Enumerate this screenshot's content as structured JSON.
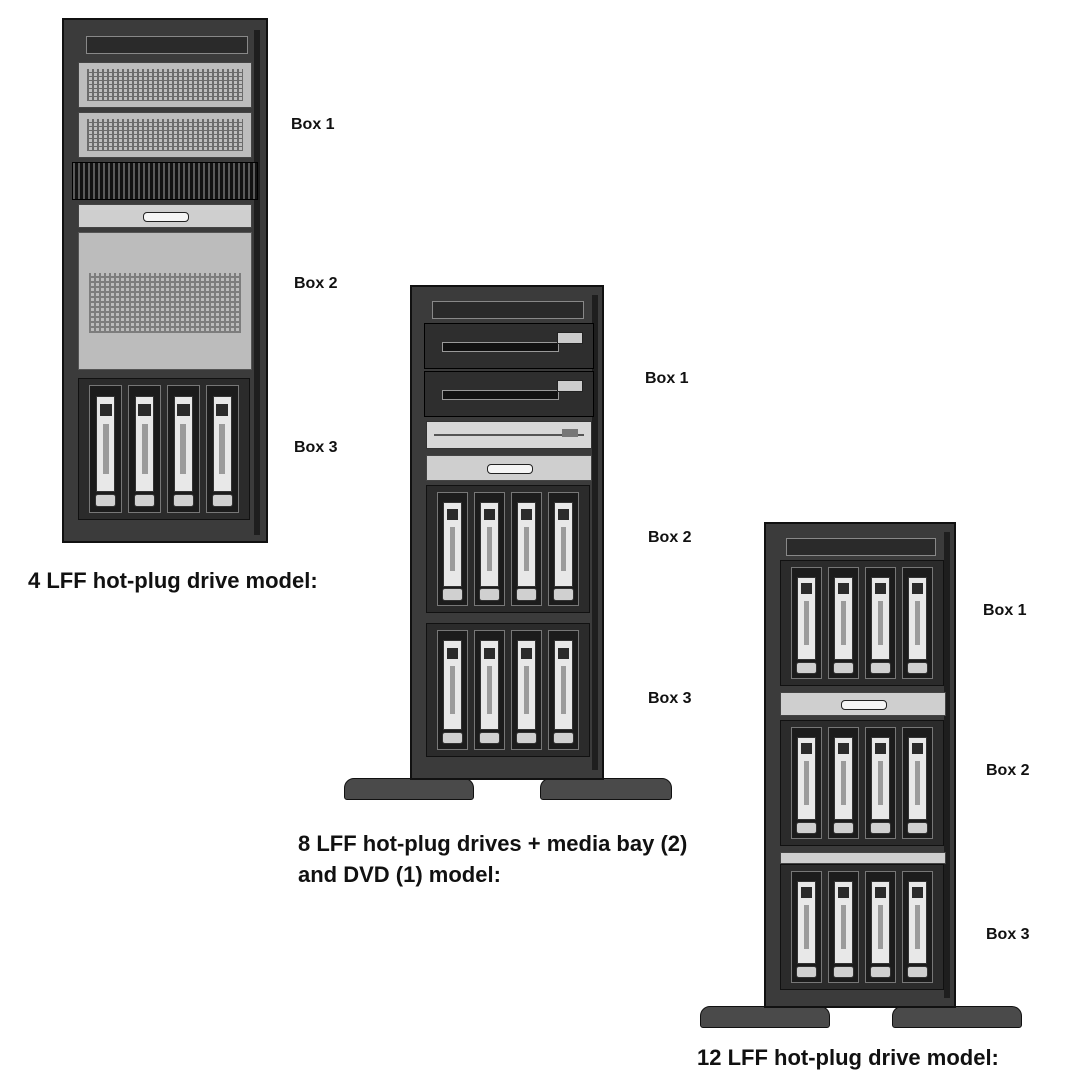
{
  "figures": [
    {
      "caption_lines": [
        "4 LFF hot-plug drive model:"
      ],
      "box_labels": [
        "Box 1",
        "Box 2",
        "Box 3"
      ]
    },
    {
      "caption_lines": [
        "8 LFF hot-plug drives + media bay (2)",
        "and DVD (1) model:"
      ],
      "box_labels": [
        "Box 1",
        "Box 2",
        "Box 3"
      ]
    },
    {
      "caption_lines": [
        "12 LFF hot-plug drive model:"
      ],
      "box_labels": [
        "Box 1",
        "Box 2",
        "Box 3"
      ]
    }
  ]
}
